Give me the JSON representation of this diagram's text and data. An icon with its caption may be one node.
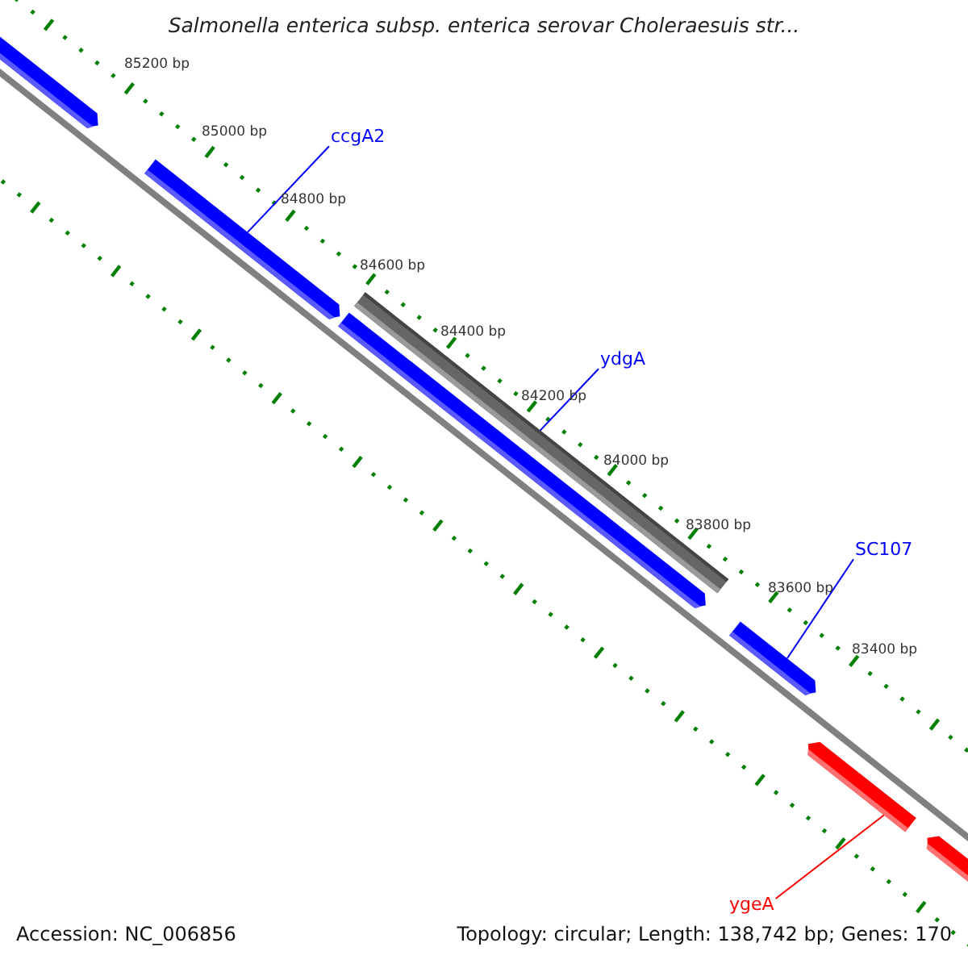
{
  "diagram": {
    "title": "Salmonella enterica subsp. enterica serovar Choleraesuis str...",
    "nodes": [
      {
        "text": [],
        "shape": "bar"
      },
      {
        "text": [
          "ccgA2"
        ]
      },
      {
        "text": [],
        "shape": "bar"
      },
      {
        "text": [],
        "shape": "bar"
      },
      {
        "text": [
          "ydgA"
        ]
      },
      {
        "text": [],
        "shape": "bar"
      },
      {
        "text": [
          "SC107"
        ]
      },
      {
        "text": [],
        "shape": "bar"
      },
      {
        "text": [],
        "shape": "bar"
      },
      {
        "text": [],
        "shape": "bar"
      },
      {
        "text": [
          "ygeA"
        ]
      }
    ],
    "edges": [
      {
        "from": 1,
        "to": 2,
        "arrow": "none"
      },
      {
        "from": 4,
        "to": 3,
        "arrow": "none"
      },
      {
        "from": 6,
        "to": 7,
        "arrow": "none"
      },
      {
        "from": 10,
        "to": 8,
        "arrow": "none",
        "color": "#ff0000"
      }
    ],
    "labels": [
      "85200 bp",
      "85000 bp",
      "84800 bp",
      "84600 bp",
      "84400 bp",
      "84200 bp",
      "84000 bp",
      "83800 bp",
      "83600 bp",
      "83400 bp",
      "Accession: NC_006856",
      "Topology: circular; Length: 138,742 bp; Genes: 170"
    ]
  }
}
